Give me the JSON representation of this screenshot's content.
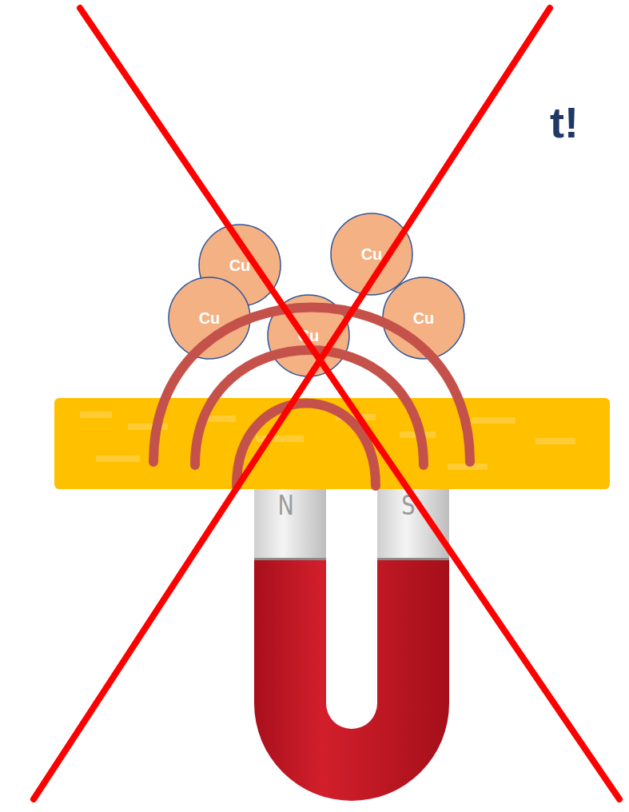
{
  "diagram": {
    "title": "t!",
    "nodes": [
      {
        "text": [
          "Cu"
        ]
      },
      {
        "text": [
          "Cu"
        ]
      },
      {
        "text": [
          "Cu"
        ]
      },
      {
        "text": [
          "Cu"
        ]
      },
      {
        "text": [
          "Cu"
        ]
      }
    ],
    "labels": [
      "N",
      "S"
    ]
  }
}
